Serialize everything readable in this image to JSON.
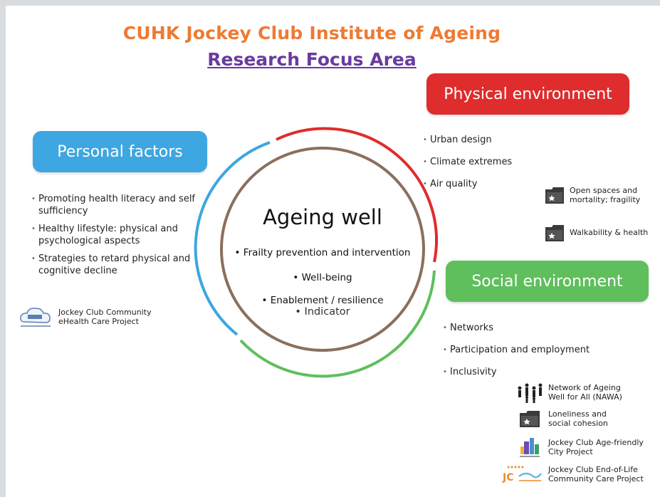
{
  "header": {
    "title": "CUHK Jockey Club Institute of Ageing",
    "subtitle": "Research Focus Area"
  },
  "colors": {
    "title": "#ee7a33",
    "subtitle": "#6a3aa0",
    "personal": "#3ea6e0",
    "physical": "#df2c2c",
    "social": "#5fbf5c",
    "center_ring": "#8b6f5c"
  },
  "personal": {
    "label": "Personal factors",
    "bullets": [
      "Promoting health literacy and self sufficiency",
      "Healthy lifestyle: physical and psychological aspects",
      "Strategies to retard physical and cognitive decline"
    ],
    "project": {
      "line1": "Jockey Club Community",
      "line2": "eHealth Care Project",
      "icon": "cloud-logo-icon"
    }
  },
  "physical": {
    "label": "Physical environment",
    "bullets": [
      "Urban design",
      "Climate extremes",
      "Air quality"
    ],
    "projects": [
      {
        "line1": "Open spaces and",
        "line2": "mortality; fragility",
        "icon": "folder-star-icon"
      },
      {
        "line1": "Walkability & health",
        "line2": "",
        "icon": "folder-star-icon"
      }
    ]
  },
  "social": {
    "label": "Social environment",
    "bullets": [
      "Networks",
      "Participation and employment",
      "Inclusivity"
    ],
    "projects": [
      {
        "line1": "Network of Ageing",
        "line2": "Well for All (NAWA)",
        "icon": "people-network-icon"
      },
      {
        "line1": "Loneliness and",
        "line2": "social cohesion",
        "icon": "folder-star-icon"
      },
      {
        "line1": "Jockey Club Age-friendly",
        "line2": "City Project",
        "icon": "city-logo-icon"
      },
      {
        "line1": "Jockey Club End-of-Life",
        "line2": "Community Care Project",
        "icon": "jceol-logo-icon"
      }
    ]
  },
  "center": {
    "title": "Ageing well",
    "lines": [
      "Frailty prevention and intervention",
      "Well-being",
      "Enablement / resilience",
      "Indicator"
    ]
  }
}
